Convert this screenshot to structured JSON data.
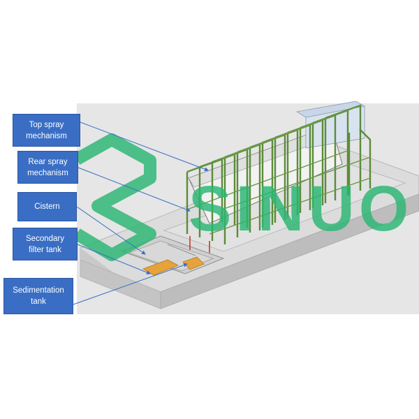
{
  "labels": {
    "top_spray": "Top spray\nmechanism",
    "rear_spray": "Rear spray\nmechanism",
    "cistern": "Cistern",
    "secondary_filter": "Secondary\nfilter tank",
    "sedimentation": "Sedimentation\ntank"
  },
  "watermark": "SINUO",
  "colors": {
    "label_fill": "#3a6ec4",
    "leader_line": "#3a6ec4",
    "frame_green": "#5b8c3a",
    "tank_orange": "#e6a23c",
    "watermark_green": "#2bb673",
    "concrete": "#d9d9d9"
  }
}
